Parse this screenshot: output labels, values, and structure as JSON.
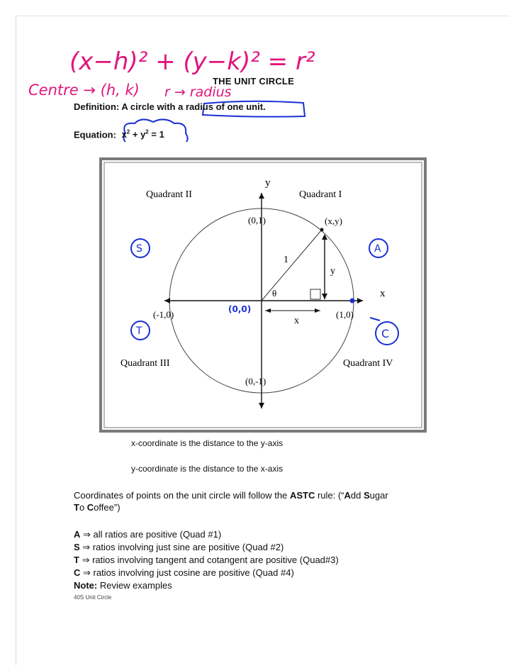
{
  "handwritten": {
    "formula": "(x−h)² + (y−k)² = r²",
    "centre_note": "Centre → (h, k)",
    "radius_note": "r → radius",
    "origin_label": "(0,0)"
  },
  "title": "THE UNIT CIRCLE",
  "definition": {
    "label": "Definition:",
    "text_before": "A circle with a",
    "text_highlight": "radius of one unit."
  },
  "equation": {
    "label": "Equation:",
    "expr_x": "x",
    "expr_mid": " + y",
    "expr_end": " = 1",
    "exponent": "2"
  },
  "diagram": {
    "quadrants": {
      "q1": "Quadrant I",
      "q2": "Quadrant II",
      "q3": "Quadrant III",
      "q4": "Quadrant IV"
    },
    "axis_x": "x",
    "axis_y": "y",
    "points": {
      "top": "(0,1)",
      "bottom": "(0,-1)",
      "left": "(-1,0)",
      "right": "(1,0)",
      "xy": "(x,y)"
    },
    "hyp_label": "1",
    "angle_label": "θ",
    "leg_y_label": "y",
    "leg_x_label": "x",
    "astc_letters": {
      "a": "A",
      "s": "S",
      "t": "T",
      "c": "C"
    }
  },
  "notes": {
    "x_coord": "x-coordinate is the distance to the y-axis",
    "y_coord": "y-coordinate is the distance to the x-axis"
  },
  "astc_rule": {
    "before": "Coordinates of points on the unit circle will follow the ",
    "rule_name": "ASTC",
    "middle": " rule: (“",
    "add_a": "A",
    "add_rest": "dd ",
    "sugar_s": "S",
    "sugar_rest": "ugar",
    "to_t": "T",
    "to_rest": "o ",
    "coffee_c": "C",
    "coffee_rest": "offee”)"
  },
  "rules": [
    {
      "letter": "A",
      "arrow": " ⇒ ",
      "text": "all ratios are positive (Quad #1)"
    },
    {
      "letter": "S",
      "arrow": " ⇒ ",
      "text": "ratios involving just sine are positive (Quad #2)"
    },
    {
      "letter": "T",
      "arrow": " ⇒ ",
      "text": "ratios involving tangent and cotangent are positive (Quad#3)"
    },
    {
      "letter": "C",
      "arrow": " ⇒ ",
      "text": "ratios involving just cosine are positive (Quad #4)"
    }
  ],
  "note": {
    "label": "Note:",
    "text": " Review examples"
  },
  "footer": "40S Unit Circle",
  "colors": {
    "handwriting_pink": "#e0157c",
    "handwriting_blue": "#1a2fd6",
    "frame_gray": "#7a7a7a"
  }
}
